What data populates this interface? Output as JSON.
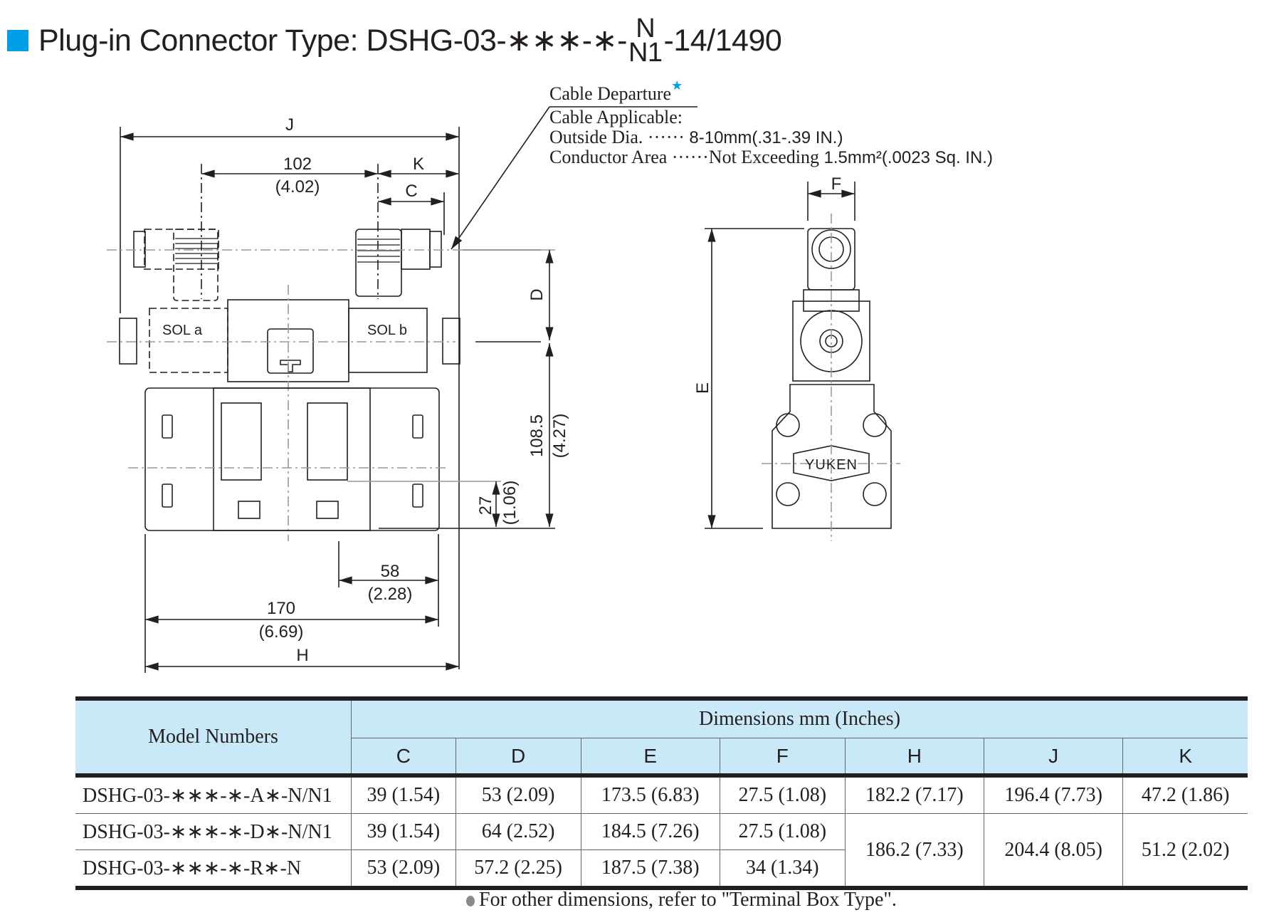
{
  "header": {
    "bullet_color": "#00a0e9",
    "title_prefix": "Plug-in Connector Type: DSHG-03-",
    "title_asterisks": "∗∗∗-∗-",
    "title_stack_top": "N",
    "title_stack_bottom": "N1",
    "title_suffix": "-14/1490"
  },
  "cable_note": {
    "departure_label": "Cable Departure",
    "star": "★",
    "applicable_label": "Cable Applicable:",
    "outside_dia_label": "Outside Dia. ······",
    "outside_dia_value": "8-10mm(.31-.39 IN.)",
    "conductor_label": "Conductor Area ······Not Exceeding",
    "conductor_value": "1.5mm²(.0023 Sq. IN.)"
  },
  "drawing": {
    "front_view": {
      "labels": {
        "J": "J",
        "K": "K",
        "C": "C",
        "D": "D",
        "H": "H",
        "sol_a": "SOL a",
        "sol_b": "SOL b"
      },
      "dimensions": {
        "coil_spacing_mm": "102",
        "coil_spacing_in": "(4.02)",
        "height_mm": "108.5",
        "height_in": "(4.27)",
        "port_height_mm": "27",
        "port_height_in": "(1.06)",
        "port_offset_mm": "58",
        "port_offset_in": "(2.28)",
        "body_length_mm": "170",
        "body_length_in": "(6.69)"
      }
    },
    "side_view": {
      "labels": {
        "F": "F",
        "E": "E"
      },
      "brand": "YUKEN"
    }
  },
  "table": {
    "model_header": "Model Numbers",
    "group_header": "Dimensions mm (Inches)",
    "columns": [
      "C",
      "D",
      "E",
      "F",
      "H",
      "J",
      "K"
    ],
    "rows": [
      {
        "model": "DSHG-03-∗∗∗-∗-A∗-N/N1",
        "C": "39 (1.54)",
        "D": "53 (2.09)",
        "E": "173.5 (6.83)",
        "F": "27.5 (1.08)",
        "H": "182.2 (7.17)",
        "J": "196.4 (7.73)",
        "K": "47.2 (1.86)"
      },
      {
        "model": "DSHG-03-∗∗∗-∗-D∗-N/N1",
        "C": "39 (1.54)",
        "D": "64 (2.52)",
        "E": "184.5 (7.26)",
        "F": "27.5 (1.08)",
        "H": "186.2 (7.33)",
        "J": "204.4 (8.05)",
        "K": "51.2 (2.02)"
      },
      {
        "model": "DSHG-03-∗∗∗-∗-R∗-N",
        "C": "53 (2.09)",
        "D": "57.2 (2.25)",
        "E": "187.5 (7.38)",
        "F": "34 (1.34)"
      }
    ]
  },
  "footer": {
    "note": "For other dimensions, refer to \"Terminal Box Type\"."
  }
}
